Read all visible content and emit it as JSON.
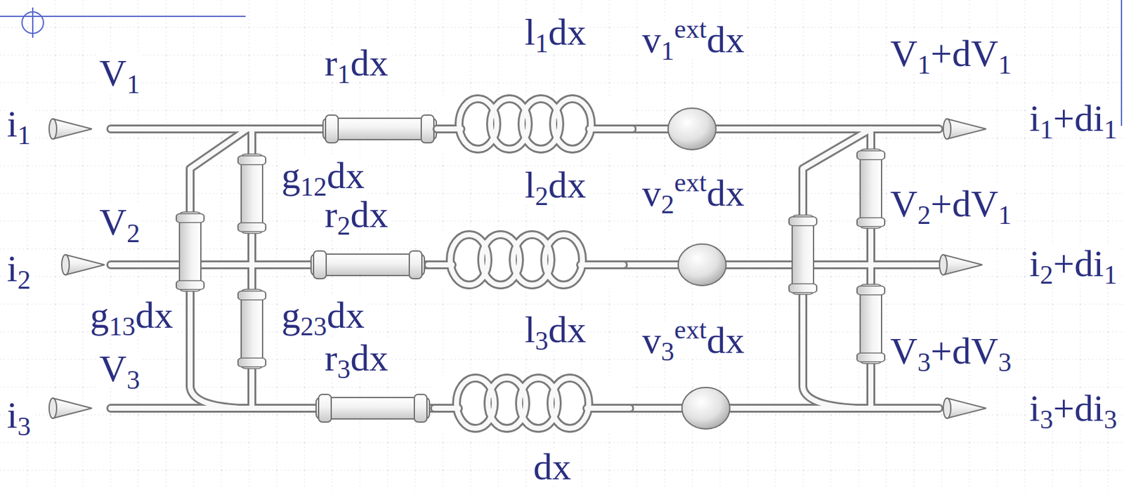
{
  "diagram": {
    "labels": [
      "l1dx",
      "v1extdx",
      "V1",
      "r1dx",
      "V1+dV1",
      "i1",
      "i1+di1",
      "g12dx",
      "l2dx",
      "v2extdx",
      "V2",
      "r2dx",
      "V2+dV1",
      "i2",
      "i2+di1",
      "g13dx",
      "g23dx",
      "l3dx",
      "v3extdx",
      "V3",
      "r3dx",
      "V3+dV3",
      "i3",
      "i3+di3",
      "dx"
    ]
  }
}
